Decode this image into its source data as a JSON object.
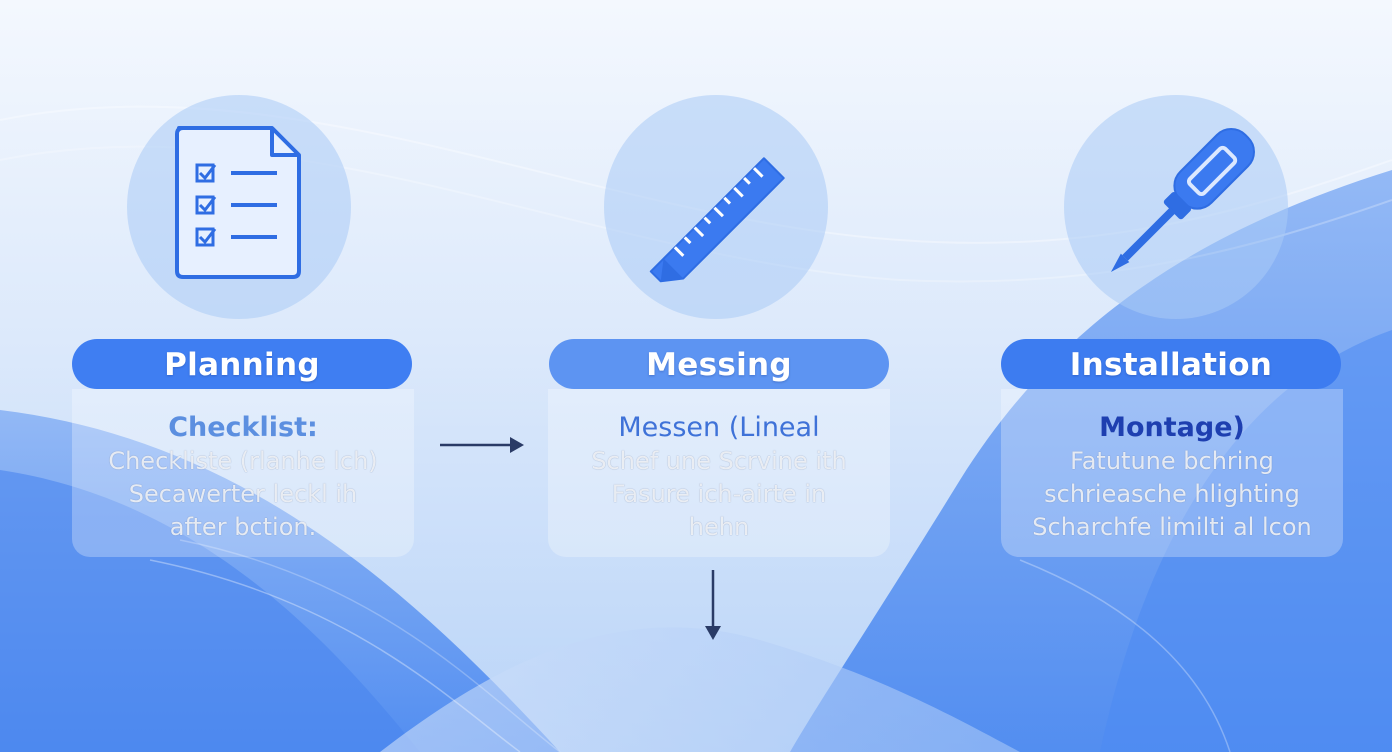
{
  "colors": {
    "accent": "#3d7cf0",
    "icon_blue": "#2f6de3",
    "arrow": "#2a3b66",
    "title_planning": "#5c8fe0",
    "title_messing": "#3f72d8",
    "title_installation": "#1e3fb0"
  },
  "steps": [
    {
      "heading": "Planning",
      "icon": "checklist-document-icon",
      "card_title": "Checklist:",
      "lines": [
        "Checkliste (rlanhe lch)",
        "Secawerter leckl ih",
        "after bction."
      ]
    },
    {
      "heading": "Messing",
      "icon": "ruler-icon",
      "card_title": "Messen (Lineal",
      "lines": [
        "Schef une Scrvine ith",
        "Fasure ich-airte in",
        "hehn"
      ]
    },
    {
      "heading": "Installation",
      "icon": "screwdriver-icon",
      "card_title": "Montage)",
      "lines": [
        "Fatutune bchring",
        "schrieasche hlighting",
        "Scharchfe limilti al lcon"
      ]
    }
  ],
  "connectors": [
    "right-arrow-icon",
    "down-arrow-icon"
  ]
}
